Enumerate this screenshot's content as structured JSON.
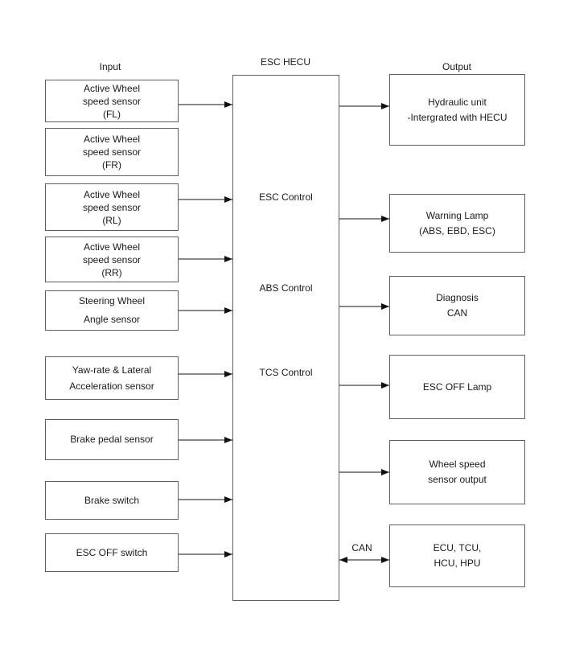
{
  "headers": {
    "input": "Input",
    "hecu": "ESC HECU",
    "output": "Output"
  },
  "inputs": [
    {
      "label": "Active Wheel\nspeed sensor\n(FL)"
    },
    {
      "label": "Active Wheel\nspeed sensor\n(FR)"
    },
    {
      "label": "Active Wheel\nspeed sensor\n(RL)"
    },
    {
      "label": "Active Wheel\nspeed sensor\n(RR)"
    },
    {
      "label": "Steering Wheel\nAngle sensor"
    },
    {
      "label": "Yaw-rate & Lateral\nAcceleration sensor"
    },
    {
      "label": "Brake pedal sensor"
    },
    {
      "label": "Brake switch"
    },
    {
      "label": "ESC OFF switch"
    }
  ],
  "hecu_functions": [
    "ESC Control",
    "ABS Control",
    "TCS Control"
  ],
  "outputs": [
    {
      "label": "Hydraulic unit\n-Intergrated with HECU"
    },
    {
      "label": "Warning Lamp\n(ABS, EBD, ESC)"
    },
    {
      "label": "Diagnosis\nCAN"
    },
    {
      "label": "ESC OFF Lamp"
    },
    {
      "label": "Wheel speed\nsensor output"
    },
    {
      "label": "ECU, TCU,\nHCU, HPU"
    }
  ],
  "can_label": "CAN",
  "colors": {
    "background": "#ffffff",
    "box_border": "#5e5e5e",
    "arrow": "#111111",
    "text": "#1a1a1a"
  }
}
